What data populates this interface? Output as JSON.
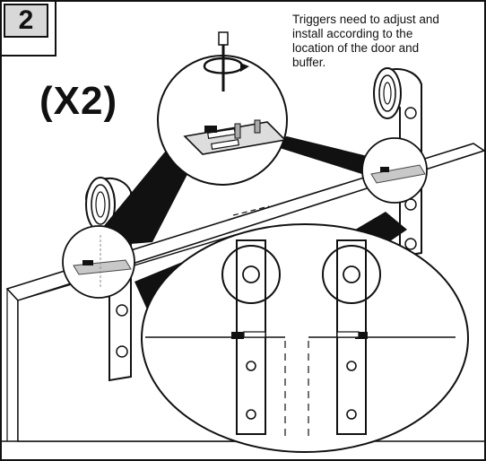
{
  "step": {
    "number": "2"
  },
  "quantity_label": "(X2)",
  "instruction": {
    "lines": [
      "Triggers need to adjust and",
      "install  according to the",
      "location of the door and",
      "buffer."
    ]
  },
  "illustration": {
    "subject": "barn door hanger rollers with trigger (stopper) installation detail",
    "detail_callouts": [
      "trigger-screw-detail",
      "wheel-and-bracket-detail",
      "left-trigger-callout",
      "right-trigger-callout"
    ]
  }
}
